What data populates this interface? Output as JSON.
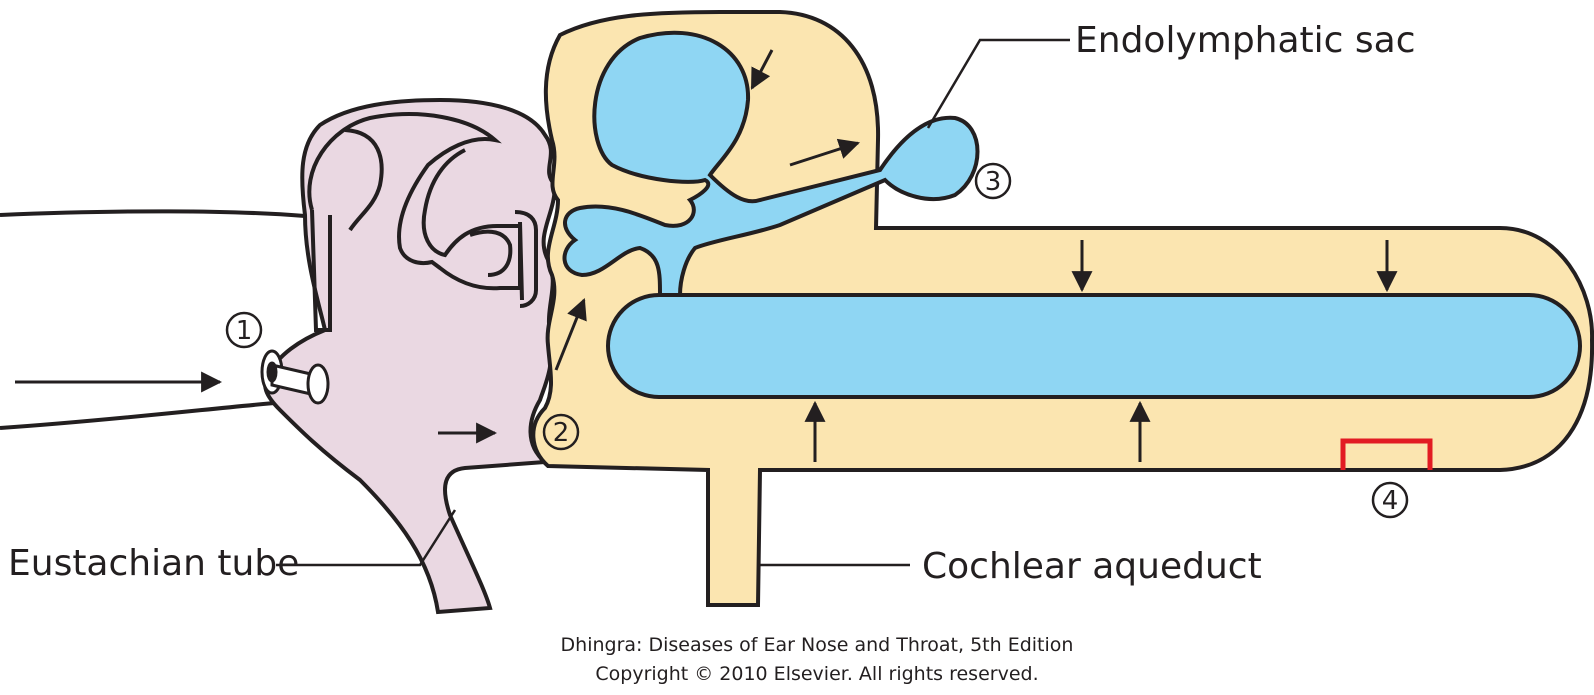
{
  "labels": {
    "endolymphatic_sac": "Endolymphatic sac",
    "eustachian_tube": "Eustachian tube",
    "cochlear_aqueduct": "Cochlear aqueduct"
  },
  "markers": {
    "one": "1",
    "two": "2",
    "three": "3",
    "four": "4"
  },
  "credit": {
    "line1": "Dhingra: Diseases of Ear Nose and Throat, 5th Edition",
    "line2": "Copyright © 2010 Elsevier. All rights reserved."
  },
  "colors": {
    "perilymph": "#fbe5b0",
    "endolymph": "#8fd6f3",
    "middle_ear": "#ead8e2",
    "outline": "#231f20",
    "marker_4": "#e21b23"
  }
}
